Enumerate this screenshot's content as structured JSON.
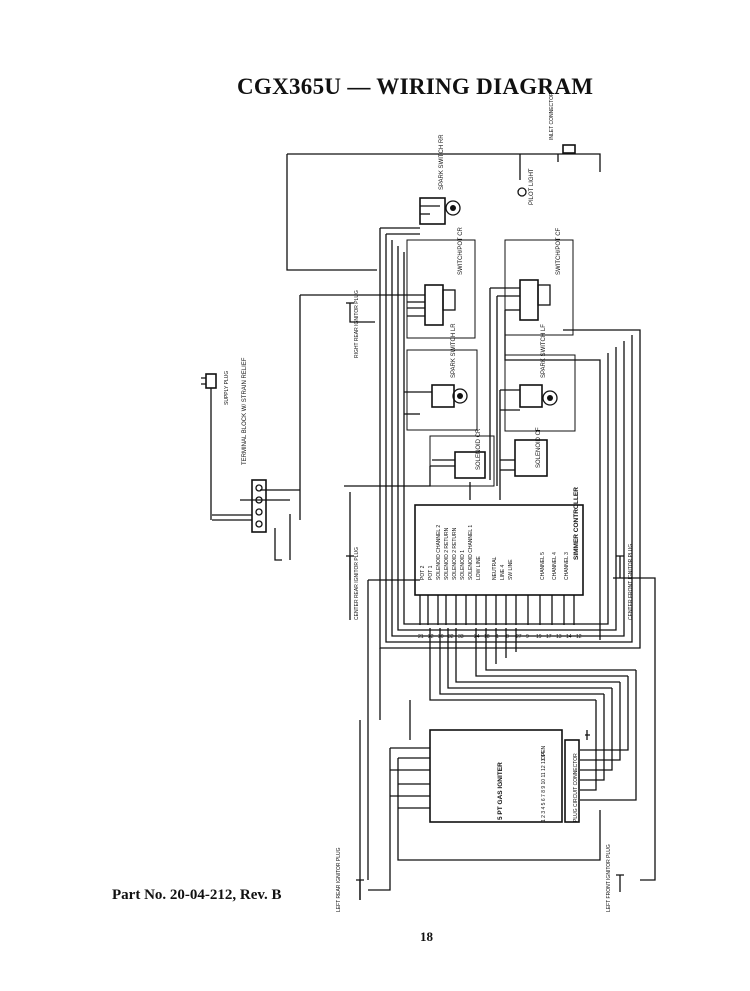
{
  "page": {
    "title": "CGX365U — WIRING DIAGRAM",
    "part_number": "Part No. 20-04-212, Rev. B",
    "page_number": "18"
  },
  "labels": {
    "inlet_connector": "INLET CONNECTOR",
    "pilot_light": "PILOT LIGHT",
    "spark_switch_rr": "SPARK SWITCH RR",
    "switch_pot_cr": "SWITCH/POT CR",
    "switch_pot_cf": "SWITCH/POT CF",
    "right_rear_ignitor": "RIGHT REAR IGNITOR PLUG",
    "spark_switch_lr": "SPARK SWITCH LR",
    "spark_switch_lf": "SPARK SWITCH LF",
    "supply_plug": "SUPPLY PLUG",
    "terminal_block": "TERMINAL BLOCK W/ STRAIN RELIEF",
    "solenoid_cr": "SOLENOID CR",
    "solenoid_cf": "SOLENOID CF",
    "simmer_controller": "SIMMER CONTROLLER",
    "center_rear_ignitor": "CENTER REAR IGNITOR PLUG",
    "center_front_ignitor": "CENTER FRONT IGNITOR PLUG",
    "gas_ignitor": "5 PT GAS IGNITER",
    "plug_circuit_connector": "PLUG CIRCUIT CONNECTOR",
    "left_rear_ignitor": "LEFT REAR IGNITOR PLUG",
    "left_front_ignitor": "LEFT FRONT IGNITOR PLUG",
    "controller_pins": [
      "POT 2",
      "POT 1",
      "SOLENOID CHANNEL 2",
      "SOLENOID 2 RETURN",
      "SOLENOID 2 RETURN",
      "SOLENOID 1",
      "SOLENOID CHANNEL 1",
      "LOW LINE",
      "NEUTRAL",
      "LINE 4",
      "SW LINE",
      "CHANNEL 5",
      "CHANNEL 4",
      "CHANNEL 3"
    ],
    "controller_wires": [
      "21",
      "22",
      "30",
      "32",
      "33",
      "24",
      "18",
      "1",
      "8",
      "27",
      "9",
      "19",
      "17",
      "13",
      "14",
      "12"
    ],
    "connector_pins": "1 2 3 4 5 6 7 8 9 10 11 12 13 14",
    "open": "OPEN"
  }
}
